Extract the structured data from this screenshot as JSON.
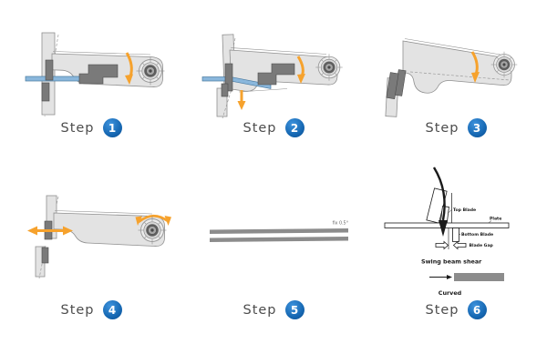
{
  "colors": {
    "body_fill": "#e3e3e3",
    "body_stroke": "#8f8f8f",
    "dark_fill": "#7a7a7a",
    "dark_stroke": "#4a4a4a",
    "blue_fill": "#8ab7dc",
    "blue_stroke": "#49799f",
    "orange": "#f6a22d",
    "dash": "#9b9b9b",
    "ink": "#1a1a1a",
    "bar_gray": "#8c8c8c",
    "step_text": "#4d4d4d",
    "badge_blue": "#1668b3",
    "canvas_bg": "#ffffff"
  },
  "steps": [
    {
      "label": "Step",
      "number": "1"
    },
    {
      "label": "Step",
      "number": "2"
    },
    {
      "label": "Step",
      "number": "3"
    },
    {
      "label": "Step",
      "number": "4"
    },
    {
      "label": "Step",
      "number": "5"
    },
    {
      "label": "Step",
      "number": "6"
    }
  ],
  "step5": {
    "annotation": "fix 0.5°"
  },
  "step6": {
    "labels": {
      "top_blade": "Top Blade",
      "plate": "Plate",
      "bottom_blade": "Bottom Blade",
      "blade_gap": "Blade Gap",
      "swing_beam_shear": "Swing beam shear",
      "curved": "Curved"
    }
  }
}
